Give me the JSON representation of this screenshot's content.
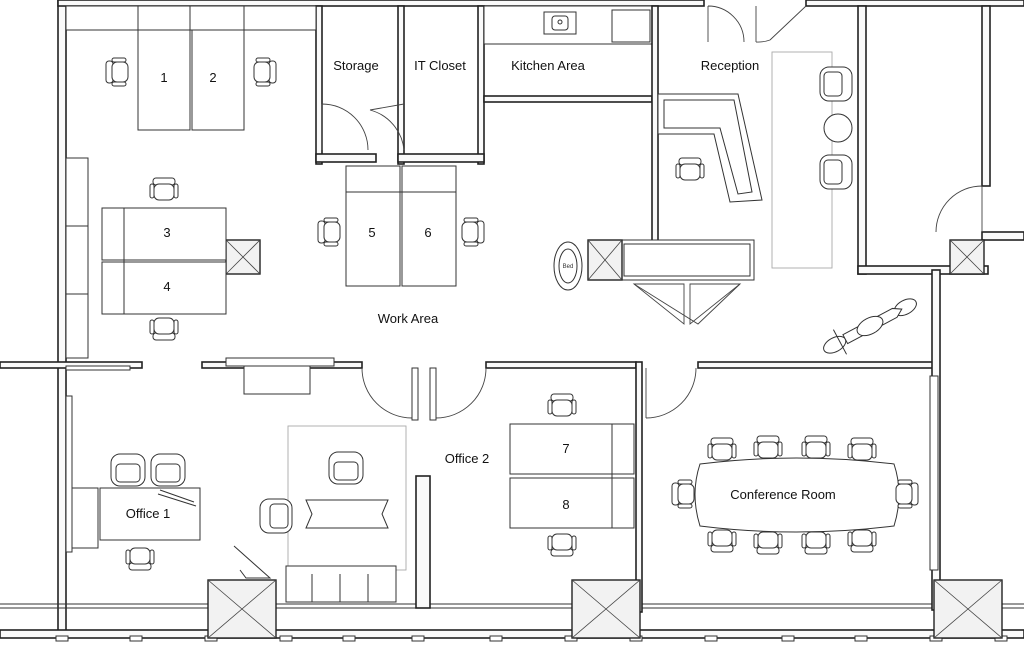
{
  "rooms": {
    "storage": "Storage",
    "it_closet": "IT Closet",
    "kitchen": "Kitchen Area",
    "reception": "Reception",
    "work_area": "Work Area",
    "office_1": "Office 1",
    "office_2": "Office 2",
    "conference": "Conference Room"
  },
  "desks": [
    "1",
    "2",
    "3",
    "4",
    "5",
    "6",
    "7",
    "8"
  ],
  "dog_bed": "Bed"
}
